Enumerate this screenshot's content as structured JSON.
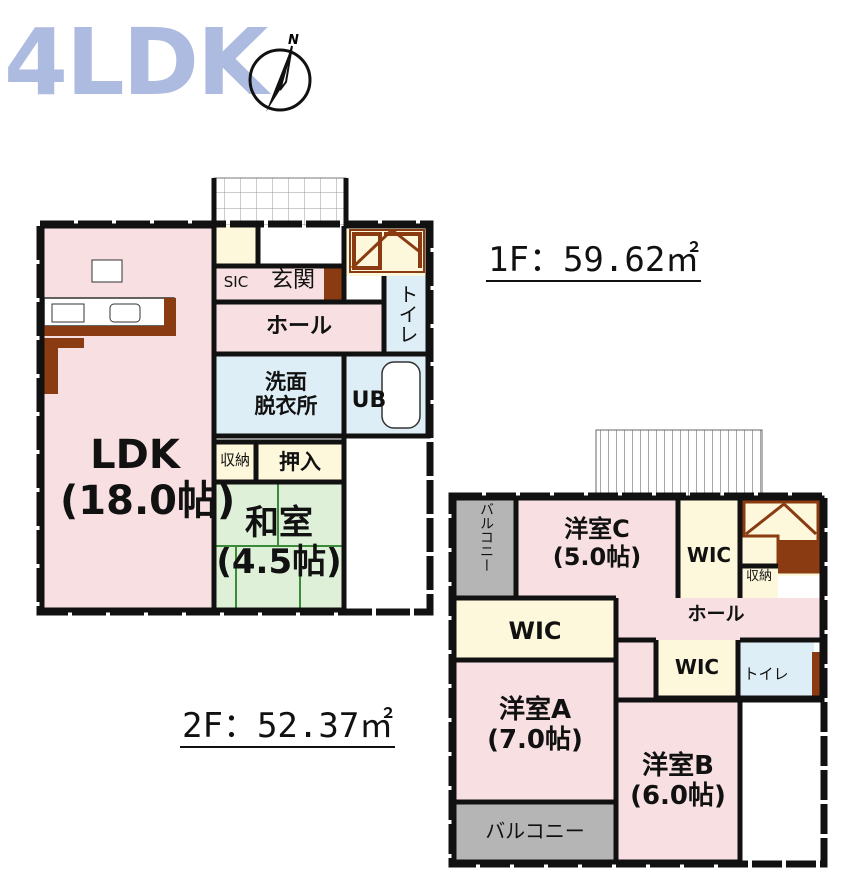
{
  "title": "4LDK",
  "compass": {
    "label": "N",
    "icon": "north-arrow-icon"
  },
  "floors": {
    "first": {
      "area": "1F：59.62㎡",
      "rooms": {
        "ldk": "LDK",
        "ldk_size": "(18.0帖)",
        "washitsu": "和室",
        "washitsu_size": "(4.5帖)",
        "sic": "SIC",
        "genkan": "玄関",
        "hall": "ホール",
        "toilet": "トイレ",
        "senmen_1": "洗面",
        "senmen_2": "脱衣所",
        "ub": "UB",
        "storage": "収納",
        "oshiire": "押入"
      }
    },
    "second": {
      "area": "2F：52.37㎡",
      "rooms": {
        "yoshitsu_c": "洋室C",
        "yoshitsu_c_size": "(5.0帖)",
        "yoshitsu_a": "洋室A",
        "yoshitsu_a_size": "(7.0帖)",
        "yoshitsu_b": "洋室B",
        "yoshitsu_b_size": "(6.0帖)",
        "wic_1": "WIC",
        "wic_2": "WIC",
        "wic_3": "WIC",
        "storage": "収納",
        "hall": "ホール",
        "toilet": "トイレ",
        "balcony_side": "バルコニー",
        "balcony_bottom": "バルコニー"
      }
    }
  },
  "colors": {
    "title": "#aebbe0",
    "pink": "#f7dfe2",
    "cream": "#fdf8dc",
    "blue": "#deeef6",
    "green": "#dff0d8",
    "gray": "#b5b5b5",
    "wall": "#111111",
    "stair": "#8a3b12"
  }
}
